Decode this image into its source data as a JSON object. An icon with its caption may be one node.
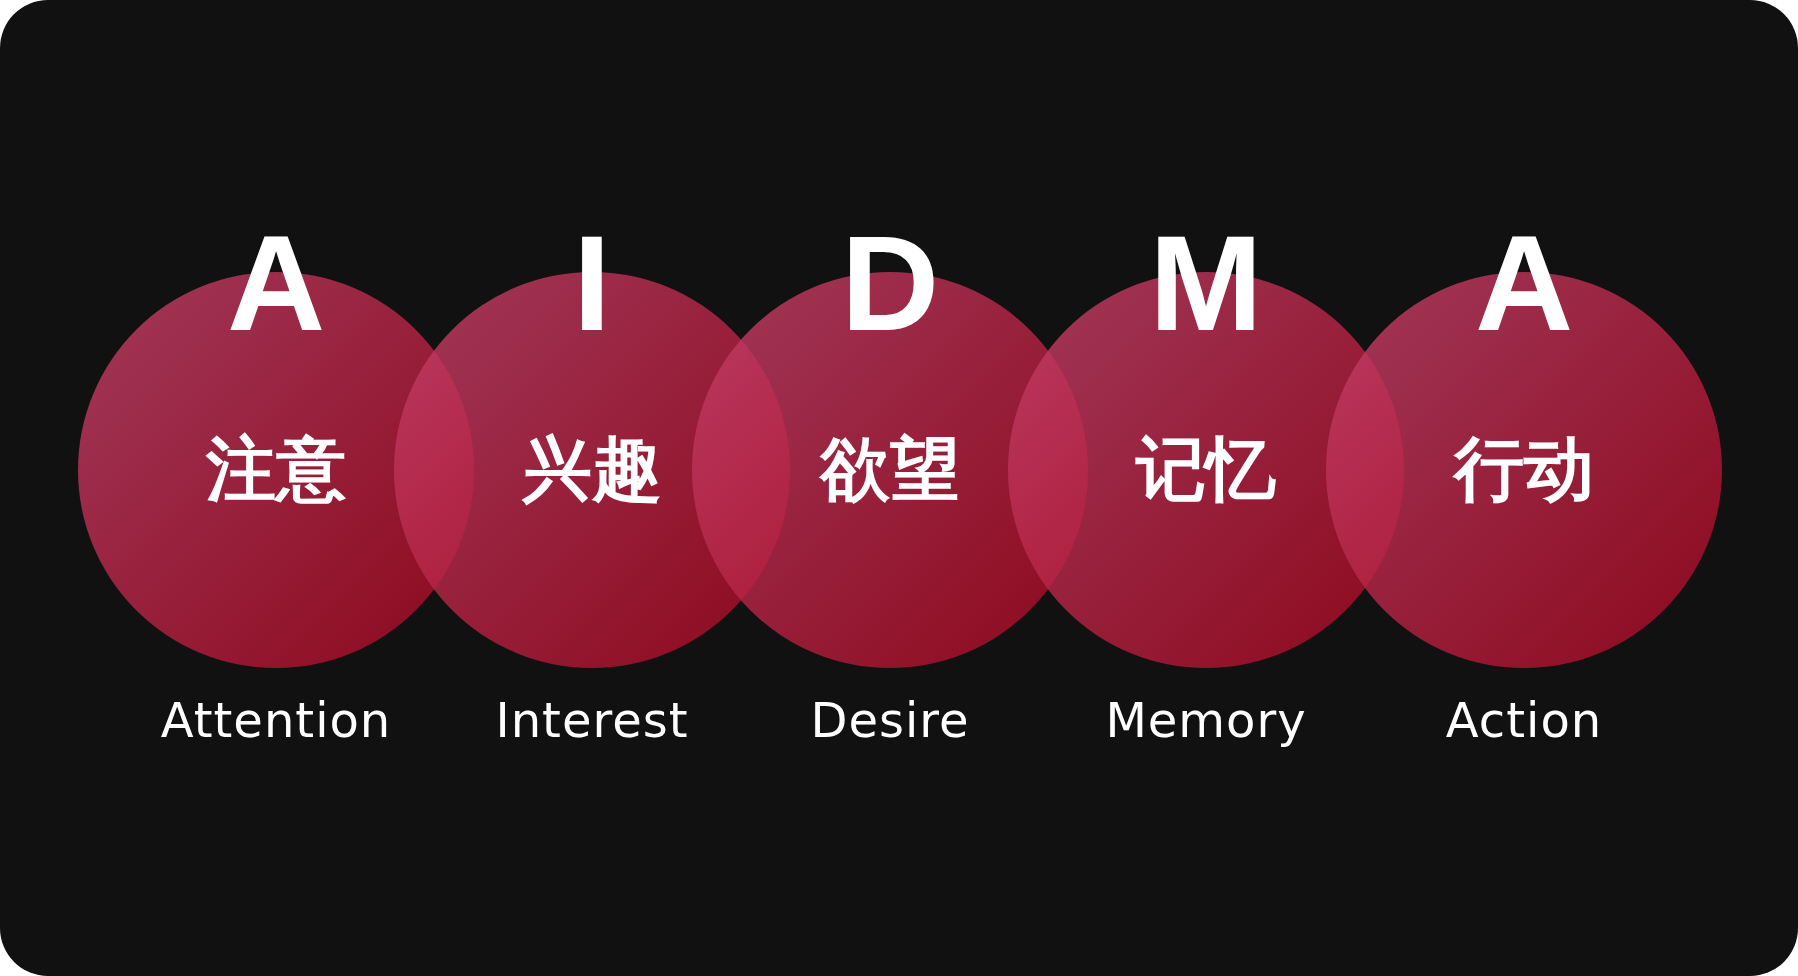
{
  "diagram": {
    "nodes": [
      {
        "text": [
          "A",
          "注意"
        ],
        "beside": [
          "Attention"
        ]
      },
      {
        "text": [
          "I",
          "兴趣"
        ],
        "beside": [
          "Interest"
        ]
      },
      {
        "text": [
          "D",
          "欲望"
        ],
        "beside": [
          "Desire"
        ]
      },
      {
        "text": [
          "M",
          "记忆"
        ],
        "beside": [
          "Memory"
        ]
      },
      {
        "text": [
          "A",
          "行动"
        ],
        "beside": [
          "Action"
        ]
      }
    ]
  }
}
